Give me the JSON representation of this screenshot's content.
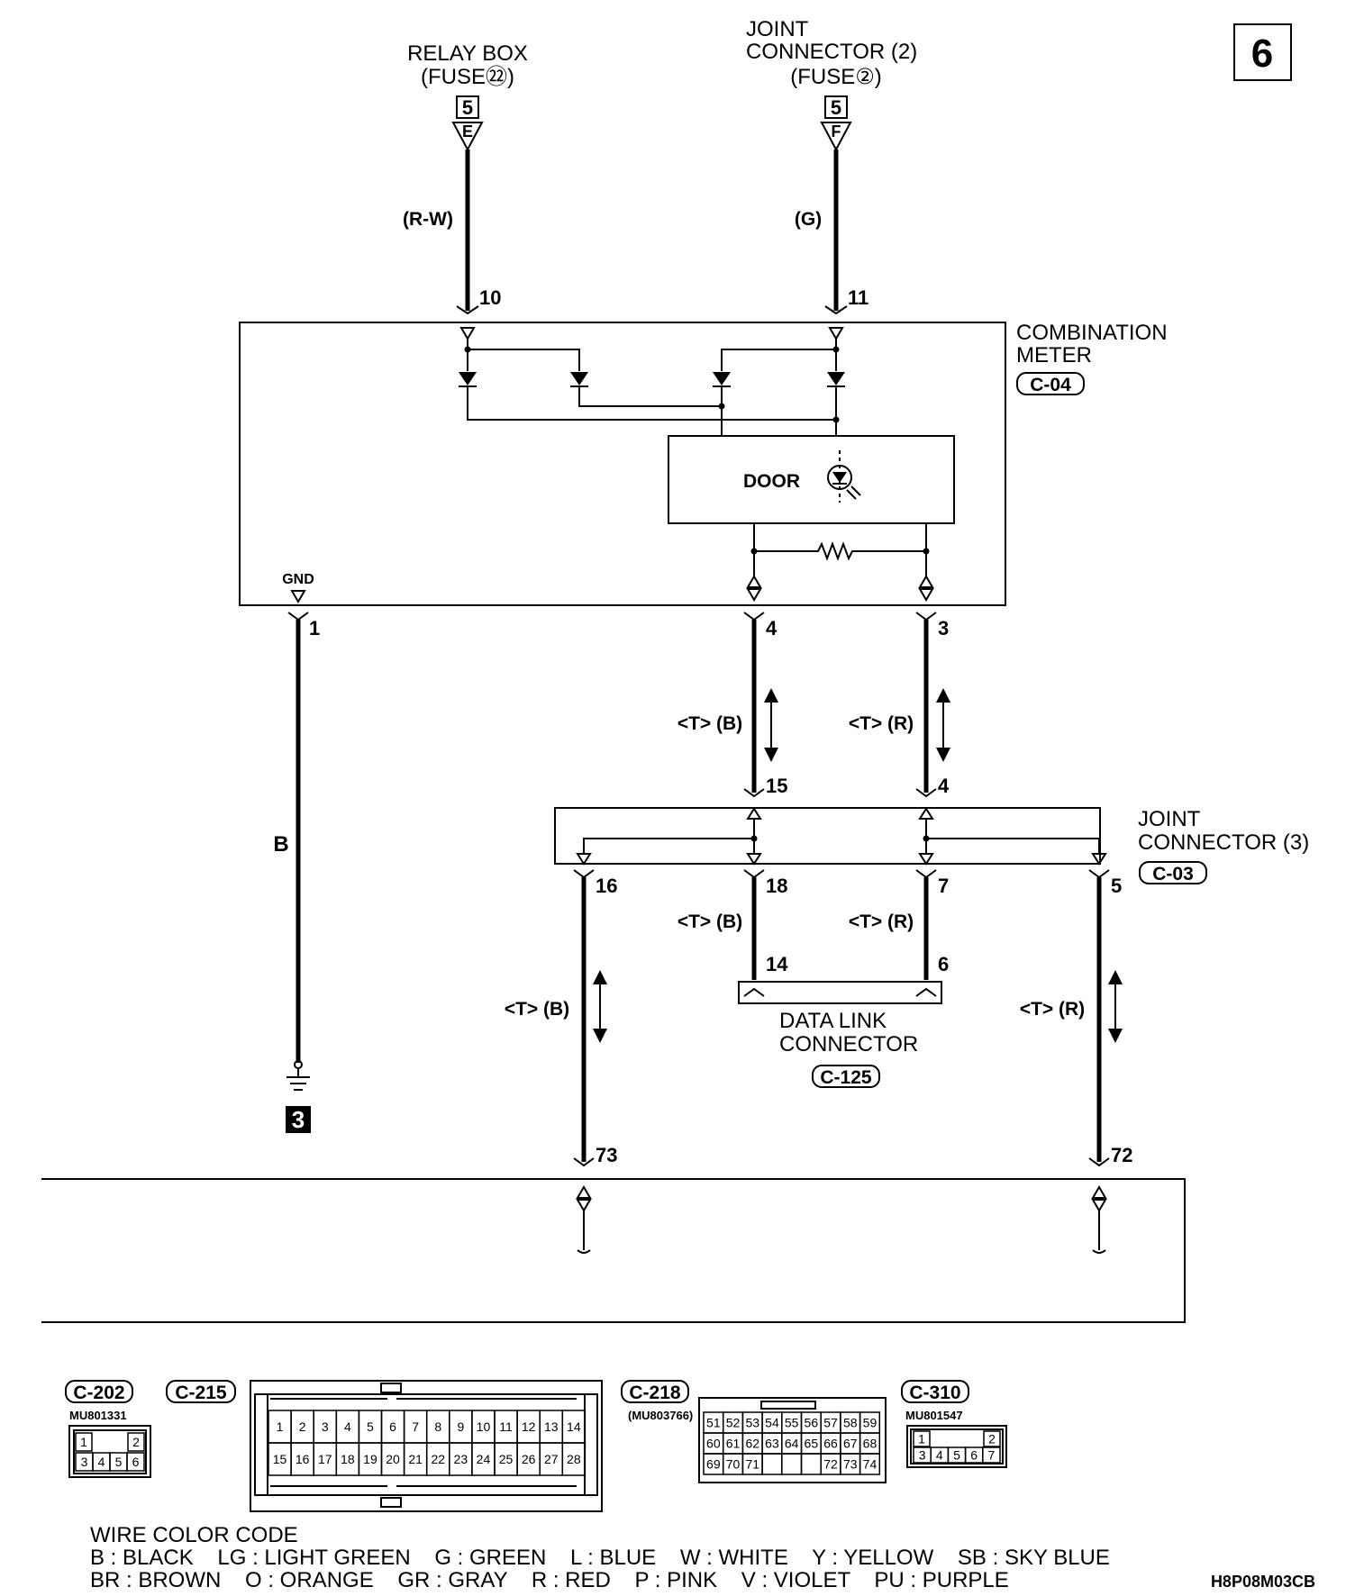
{
  "page_number": "6",
  "sources": {
    "relay_box": {
      "name": "RELAY BOX",
      "fuse": "(FUSE㉒)",
      "ref_num": "5",
      "ref_letter": "E",
      "wire_color": "(R-W)",
      "pin": "10"
    },
    "joint_connector_2": {
      "name_line1": "JOINT",
      "name_line2": "CONNECTOR (2)",
      "fuse": "(FUSE②)",
      "ref_num": "5",
      "ref_letter": "F",
      "wire_color": "(G)",
      "pin": "11"
    }
  },
  "combination_meter": {
    "name_line1": "COMBINATION",
    "name_line2": "METER",
    "code": "C-04",
    "gnd_label": "GND",
    "door_label": "DOOR",
    "pins": {
      "gnd": "1",
      "can_l": "4",
      "can_h": "3"
    }
  },
  "ground": {
    "wire_color": "B",
    "ref": "3"
  },
  "joint_connector_3": {
    "name_line1": "JOINT",
    "name_line2": "CONNECTOR (3)",
    "code": "C-03",
    "pins_in": {
      "left": "15",
      "right": "4"
    },
    "pins_out": {
      "a": "16",
      "b": "18",
      "c": "7",
      "d": "5"
    }
  },
  "wires": {
    "tb": "<T> (B)",
    "tr": "<T> (R)"
  },
  "data_link_connector": {
    "name_line1": "DATA LINK",
    "name_line2": "CONNECTOR",
    "code": "C-125",
    "pins": {
      "left": "14",
      "right": "6"
    }
  },
  "bottom_pins": {
    "left": "73",
    "right": "72"
  },
  "connectors": {
    "c202": {
      "code": "C-202",
      "part": "MU801331",
      "row1": [
        "1",
        "",
        "2"
      ],
      "row2": [
        "3",
        "4",
        "5",
        "6"
      ]
    },
    "c215": {
      "code": "C-215",
      "row1": [
        "1",
        "2",
        "3",
        "4",
        "5",
        "6",
        "7",
        "8",
        "9",
        "10",
        "11",
        "12",
        "13",
        "14"
      ],
      "row2": [
        "15",
        "16",
        "17",
        "18",
        "19",
        "20",
        "21",
        "22",
        "23",
        "24",
        "25",
        "26",
        "27",
        "28"
      ]
    },
    "c218": {
      "code": "C-218",
      "part": "(MU803766)",
      "row1": [
        "51",
        "52",
        "53",
        "54",
        "55",
        "56",
        "57",
        "58",
        "59"
      ],
      "row2": [
        "60",
        "61",
        "62",
        "63",
        "64",
        "65",
        "66",
        "67",
        "68"
      ],
      "row3": [
        "69",
        "70",
        "71",
        "",
        "",
        "",
        "72",
        "73",
        "74"
      ]
    },
    "c310": {
      "code": "C-310",
      "part": "MU801547",
      "row1": [
        "1",
        "",
        "2"
      ],
      "row2": [
        "3",
        "4",
        "5",
        "6",
        "7"
      ]
    }
  },
  "legend": {
    "title": "WIRE COLOR CODE",
    "line1": "B : BLACK    LG : LIGHT GREEN    G : GREEN    L : BLUE    W : WHITE    Y : YELLOW    SB : SKY BLUE",
    "line2": "BR : BROWN    O : ORANGE    GR : GRAY    R : RED    P : PINK    V : VIOLET    PU : PURPLE"
  },
  "figure_code": "H8P08M03CB"
}
